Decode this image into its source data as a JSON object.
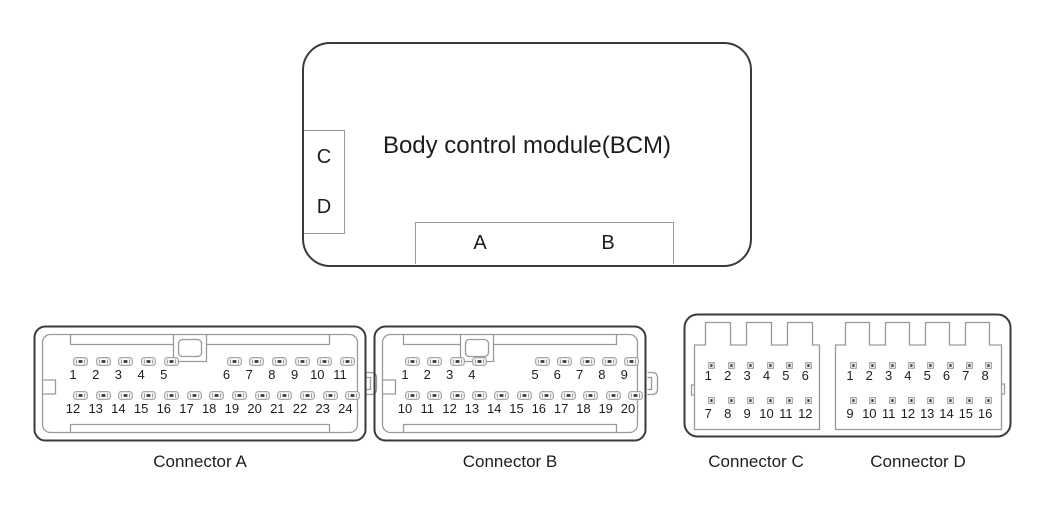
{
  "bcm": {
    "title": "Body control module(BCM)",
    "left_slots": [
      {
        "label": "C"
      },
      {
        "label": "D"
      }
    ],
    "bottom_slots": [
      {
        "label": "A"
      },
      {
        "label": "B"
      }
    ]
  },
  "connectors": [
    {
      "id": "A",
      "caption": "Connector A",
      "pin_style": "blade",
      "rows": [
        {
          "groups": [
            [
              "1",
              "2",
              "3",
              "4",
              "5"
            ],
            [
              "6",
              "7",
              "8",
              "9",
              "10",
              "11"
            ]
          ]
        },
        {
          "groups": [
            [
              "12",
              "13",
              "14",
              "15",
              "16",
              "17",
              "18",
              "19",
              "20",
              "21",
              "22",
              "23",
              "24"
            ]
          ]
        }
      ]
    },
    {
      "id": "B",
      "caption": "Connector B",
      "pin_style": "blade",
      "rows": [
        {
          "groups": [
            [
              "1",
              "2",
              "3",
              "4"
            ],
            [
              "5",
              "6",
              "7",
              "8",
              "9"
            ]
          ]
        },
        {
          "groups": [
            [
              "10",
              "11",
              "12",
              "13",
              "14",
              "15",
              "16",
              "17",
              "18",
              "19",
              "20"
            ]
          ]
        }
      ]
    },
    {
      "id": "C",
      "caption": "Connector C",
      "pin_style": "square",
      "rows": [
        {
          "groups": [
            [
              "1",
              "2",
              "3",
              "4",
              "5",
              "6"
            ]
          ]
        },
        {
          "groups": [
            [
              "7",
              "8",
              "9",
              "10",
              "11",
              "12"
            ]
          ]
        }
      ]
    },
    {
      "id": "D",
      "caption": "Connector D",
      "pin_style": "square",
      "rows": [
        {
          "groups": [
            [
              "1",
              "2",
              "3",
              "4",
              "5",
              "6",
              "7",
              "8"
            ]
          ]
        },
        {
          "groups": [
            [
              "9",
              "10",
              "11",
              "12",
              "13",
              "14",
              "15",
              "16"
            ]
          ]
        }
      ]
    }
  ],
  "colors": {
    "background": "#ffffff",
    "line_dark": "#3a3a3a",
    "line_gray": "#9a9a9a",
    "text": "#1d1d1d"
  }
}
